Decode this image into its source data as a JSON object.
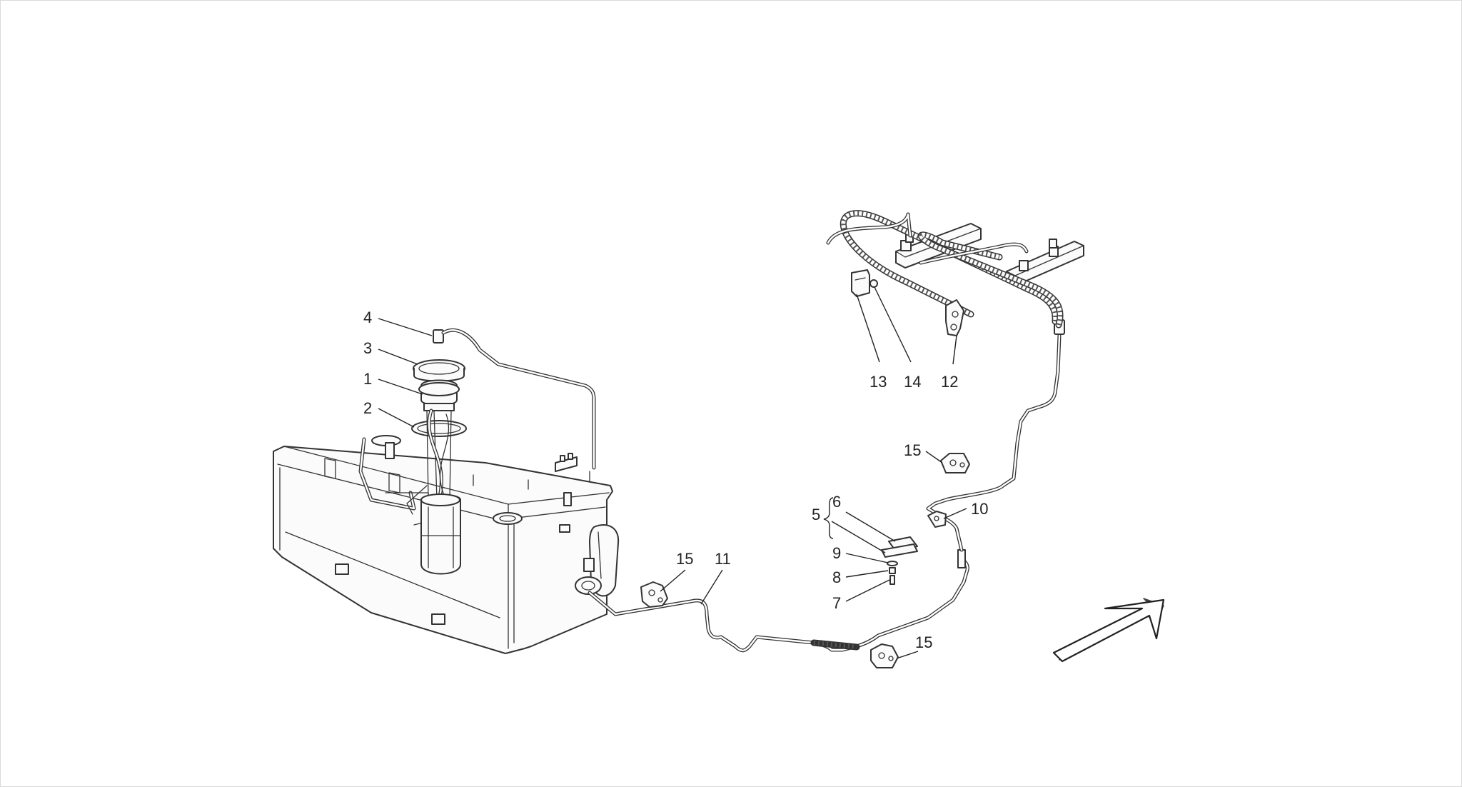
{
  "callouts": {
    "c1": "1",
    "c2": "2",
    "c3": "3",
    "c4": "4",
    "c5": "5",
    "c6": "6",
    "c7": "7",
    "c8": "8",
    "c9": "9",
    "c10": "10",
    "c11": "11",
    "c12": "12",
    "c13": "13",
    "c14": "14",
    "c15a": "15",
    "c15b": "15",
    "c15c": "15"
  },
  "colors": {
    "line": "#333333",
    "background": "#ffffff",
    "frame": "#d9d9d9"
  },
  "icons": {
    "direction": "arrow-icon"
  }
}
